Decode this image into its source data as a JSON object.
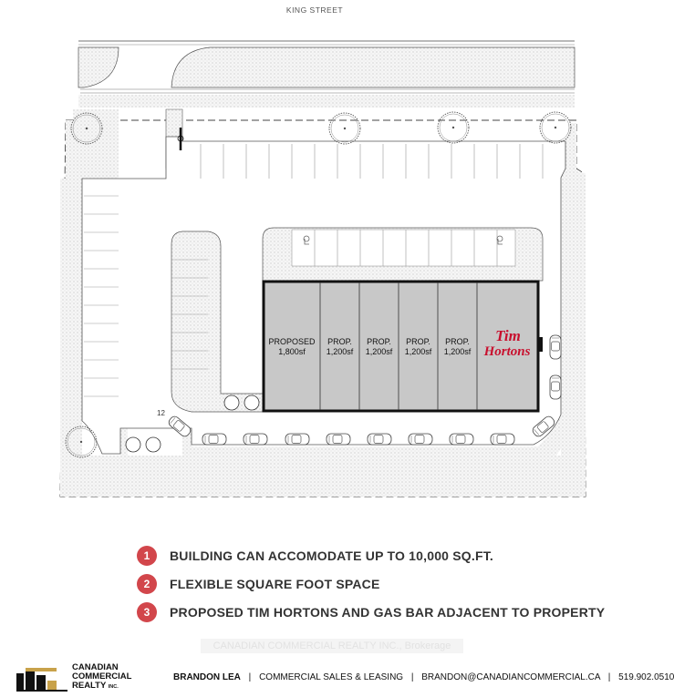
{
  "site_plan": {
    "street": "KING STREET",
    "parking_count_label": "12",
    "units": [
      {
        "line1": "PROPOSED",
        "line2": "1,800sf"
      },
      {
        "line1": "PROP.",
        "line2": "1,200sf"
      },
      {
        "line1": "PROP.",
        "line2": "1,200sf"
      },
      {
        "line1": "PROP.",
        "line2": "1,200sf"
      },
      {
        "line1": "PROP.",
        "line2": "1,200sf"
      }
    ],
    "anchor_tenant": {
      "line1": "Tim",
      "line2": "Hortons"
    },
    "colors": {
      "building": "#c8c8c8",
      "landscape": "#ececec",
      "brand_red": "#c8102e"
    }
  },
  "features": [
    {
      "number": "1",
      "text": "BUILDING CAN ACCOMODATE UP TO 10,000 SQ.FT."
    },
    {
      "number": "2",
      "text": "FLEXIBLE SQUARE FOOT SPACE"
    },
    {
      "number": "3",
      "text": "PROPOSED TIM HORTONS AND GAS BAR ADJACENT TO PROPERTY"
    }
  ],
  "watermark": "CANADIAN COMMERCIAL REALTY INC., Brokerage",
  "footer": {
    "logo_line1": "CANADIAN",
    "logo_line2": "COMMERCIAL",
    "logo_line3": "REALTY",
    "logo_inc": "INC.",
    "agent_name": "BRANDON LEA",
    "role": "COMMERCIAL SALES & LEASING",
    "email": "BRANDON@CANADIANCOMMERCIAL.CA",
    "phone": "519.902.0510",
    "separator": "|"
  },
  "badge_color": "#d2464b"
}
